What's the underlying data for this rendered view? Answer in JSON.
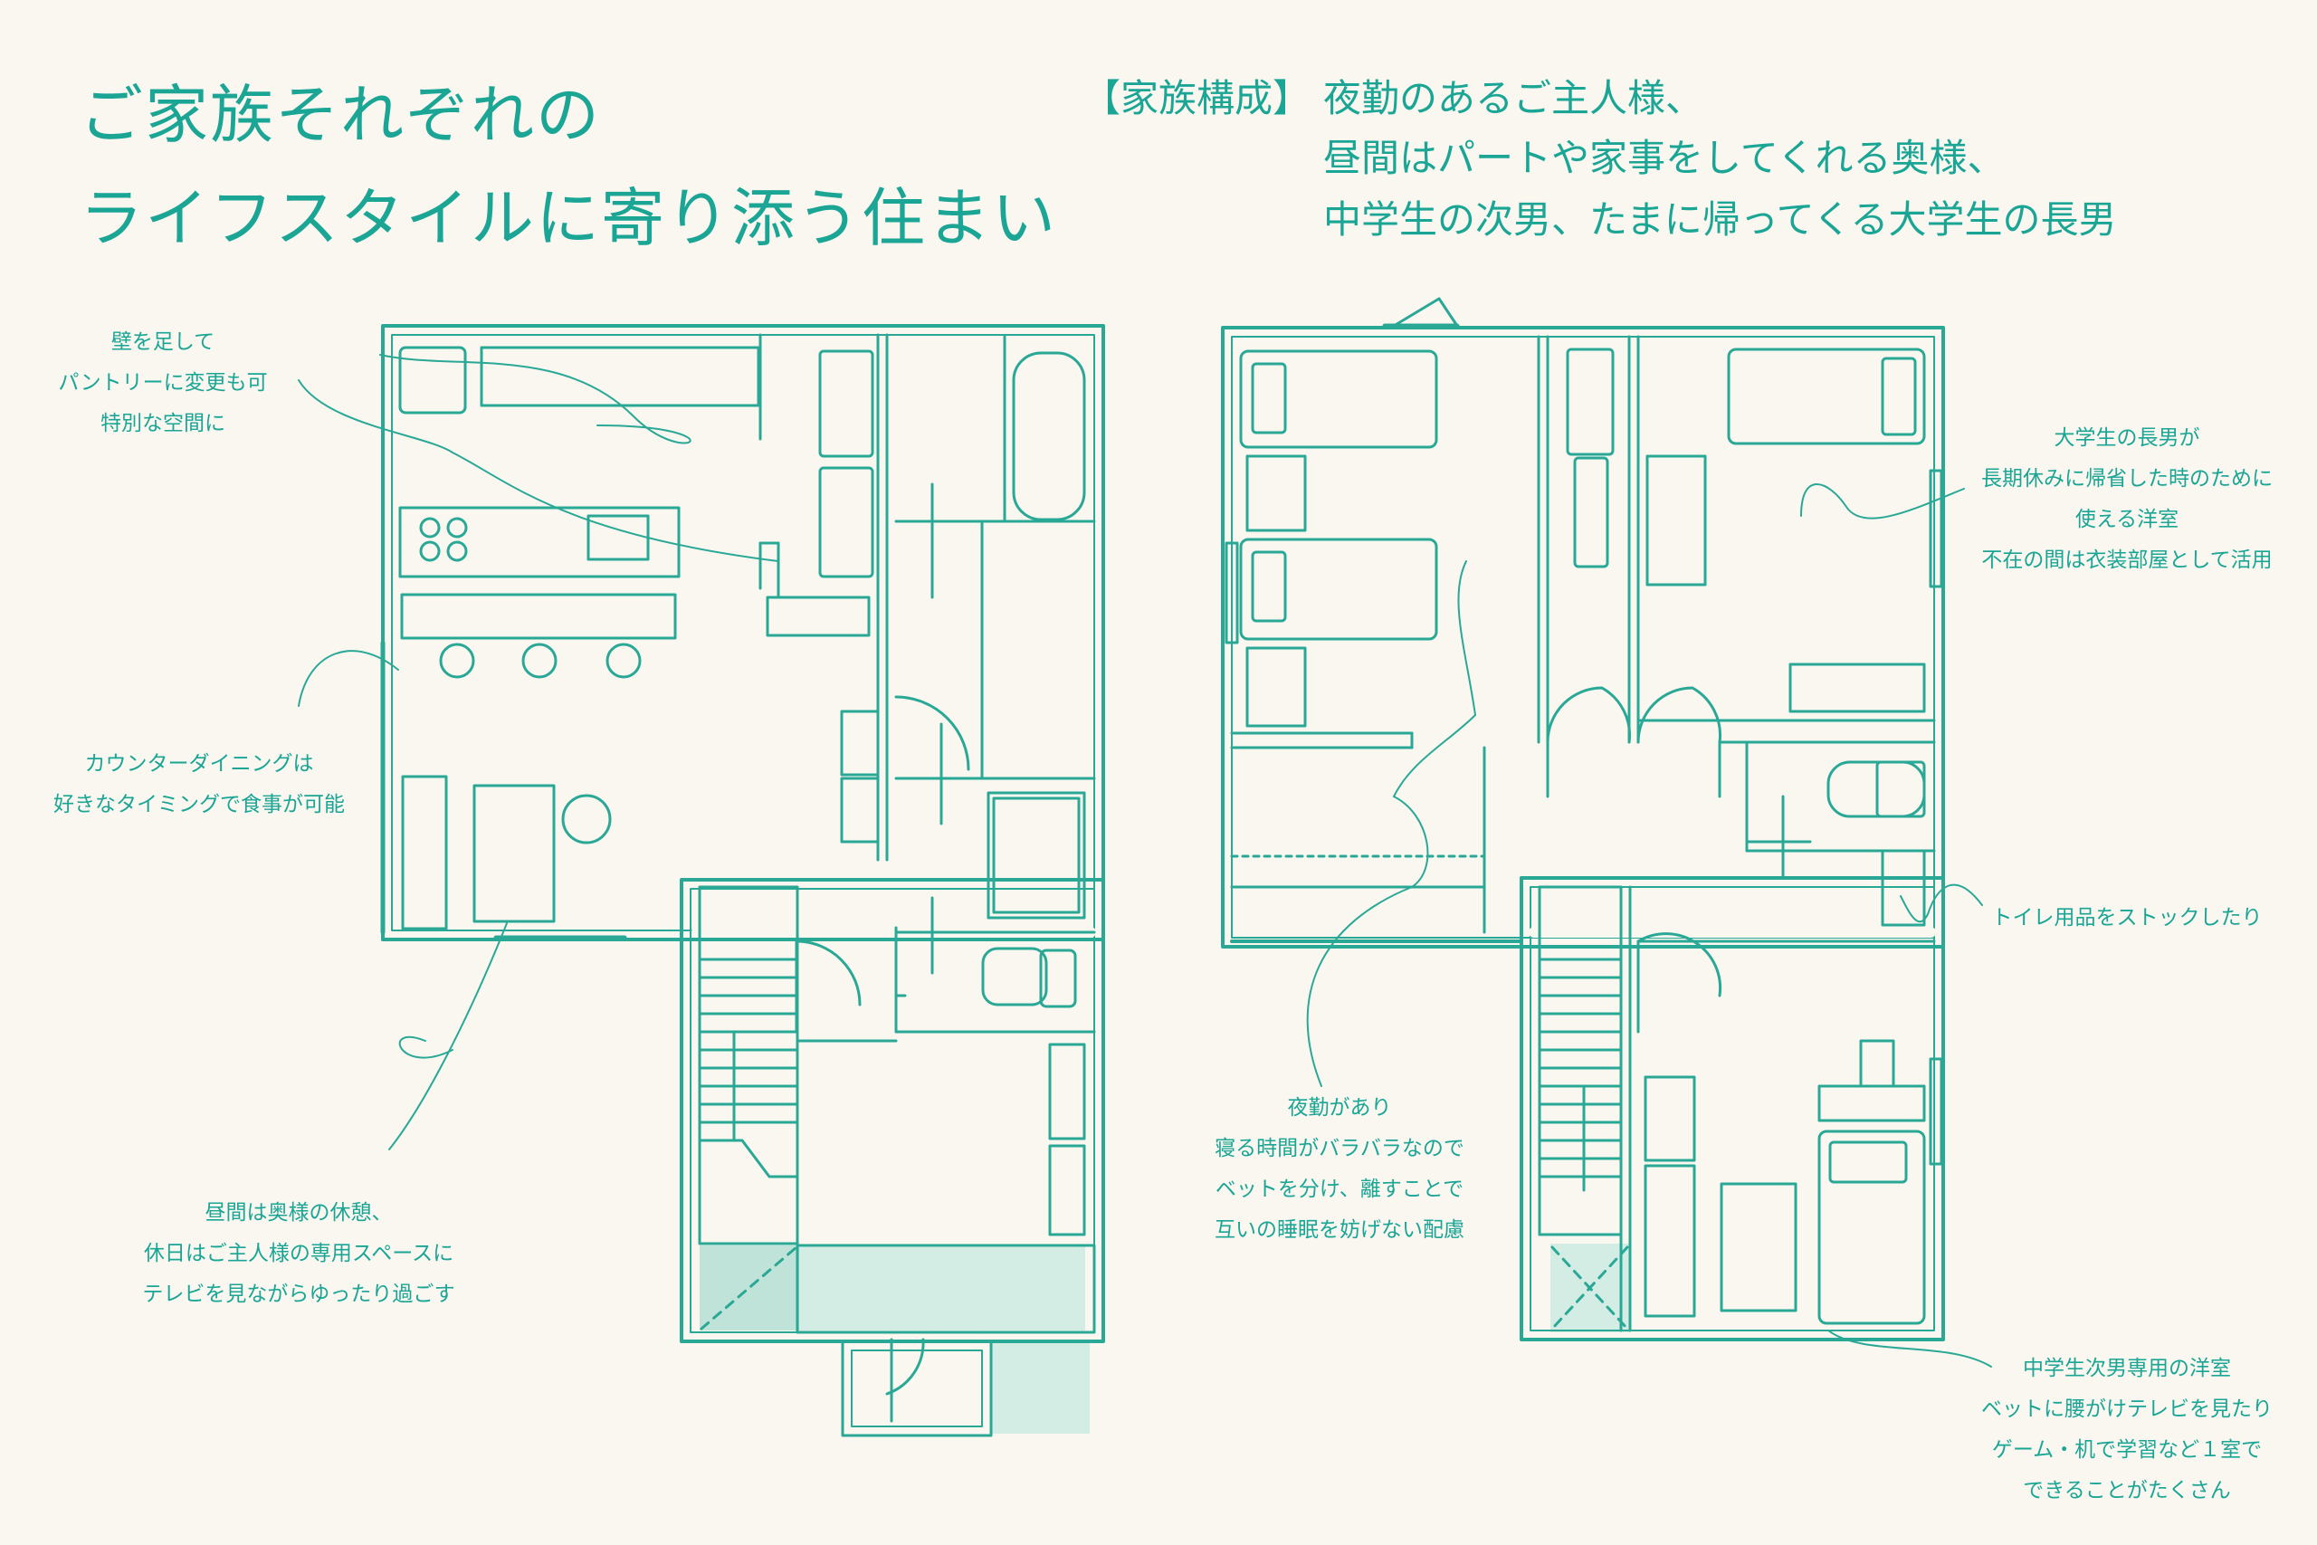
{
  "colors": {
    "accent": "#1aa595",
    "line": "#2aa896",
    "fill_light": "#d3ece4",
    "fill_mid": "#bfe3d8",
    "background": "#faf7f0"
  },
  "title": {
    "line1": "ご家族それぞれの",
    "line2": "ライフスタイルに寄り添う住まい"
  },
  "family": {
    "label": "【家族構成】",
    "line1": "夜勤のあるご主人様、",
    "line2": "昼間はパートや家事をしてくれる奥様、",
    "line3": "中学生の次男、たまに帰ってくる大学生の長男"
  },
  "notes": {
    "pantry": [
      "壁を足して",
      "パントリーに変更も可",
      "特別な空間に"
    ],
    "counter": [
      "カウンターダイニングは",
      "好きなタイミングで食事が可能"
    ],
    "living": [
      "昼間は奥様の休憩、",
      "休日はご主人様の専用スペースに",
      "テレビを見ながらゆったり過ごす"
    ],
    "night": [
      "夜勤があり",
      "寝る時間がバラバラなので",
      "ベットを分け、離すことで",
      "互いの睡眠を妨げない配慮"
    ],
    "eldest": [
      "大学生の長男が",
      "長期休みに帰省した時のために",
      "使える洋室",
      "不在の間は衣装部屋として活用"
    ],
    "toilet": [
      "トイレ用品をストックしたり"
    ],
    "second": [
      "中学生次男専用の洋室",
      "ベットに腰がけテレビを見たり",
      "ゲーム・机で学習など１室で",
      "できることがたくさん"
    ]
  }
}
